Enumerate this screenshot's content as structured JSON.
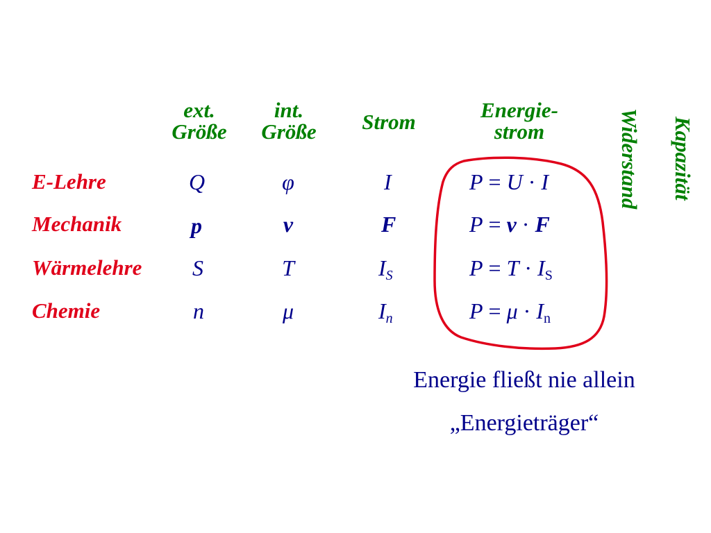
{
  "headers": {
    "ext": [
      "ext.",
      "Größe"
    ],
    "int": [
      "int.",
      "Größe"
    ],
    "strom": "Strom",
    "energiestrom": [
      "Energie-",
      "strom"
    ],
    "widerstand": "Widerstand",
    "kapazitaet": "Kapazität"
  },
  "rows": [
    {
      "label": "E-Lehre",
      "ext": "Q",
      "int": "φ",
      "strom": "I",
      "strom_sub": "",
      "formula": {
        "lhs": "P",
        "eq": "=",
        "a": "U",
        "dot": "·",
        "b": "I",
        "b_sub": ""
      }
    },
    {
      "label": "Mechanik",
      "ext": "p",
      "int": "v",
      "strom": "F",
      "strom_sub": "",
      "formula": {
        "lhs": "P",
        "eq": "=",
        "a": "v",
        "dot": "·",
        "b": "F",
        "b_sub": ""
      }
    },
    {
      "label": "Wärmelehre",
      "ext": "S",
      "int": "T",
      "strom": "I",
      "strom_sub": "S",
      "formula": {
        "lhs": "P",
        "eq": "=",
        "a": "T",
        "dot": "·",
        "b": "I",
        "b_sub": "S"
      }
    },
    {
      "label": "Chemie",
      "ext": "n",
      "int": "μ",
      "strom": "I",
      "strom_sub": "n",
      "formula": {
        "lhs": "P",
        "eq": "=",
        "a": "μ",
        "dot": "·",
        "b": "I",
        "b_sub": "n"
      }
    }
  ],
  "notes": {
    "line1": "Energie fließt nie allein",
    "line2": "„Energieträger“"
  },
  "colors": {
    "header_green": "#008000",
    "row_label_red": "#e0001a",
    "cell_blue": "#00008b",
    "circle_red": "#e0001a"
  }
}
